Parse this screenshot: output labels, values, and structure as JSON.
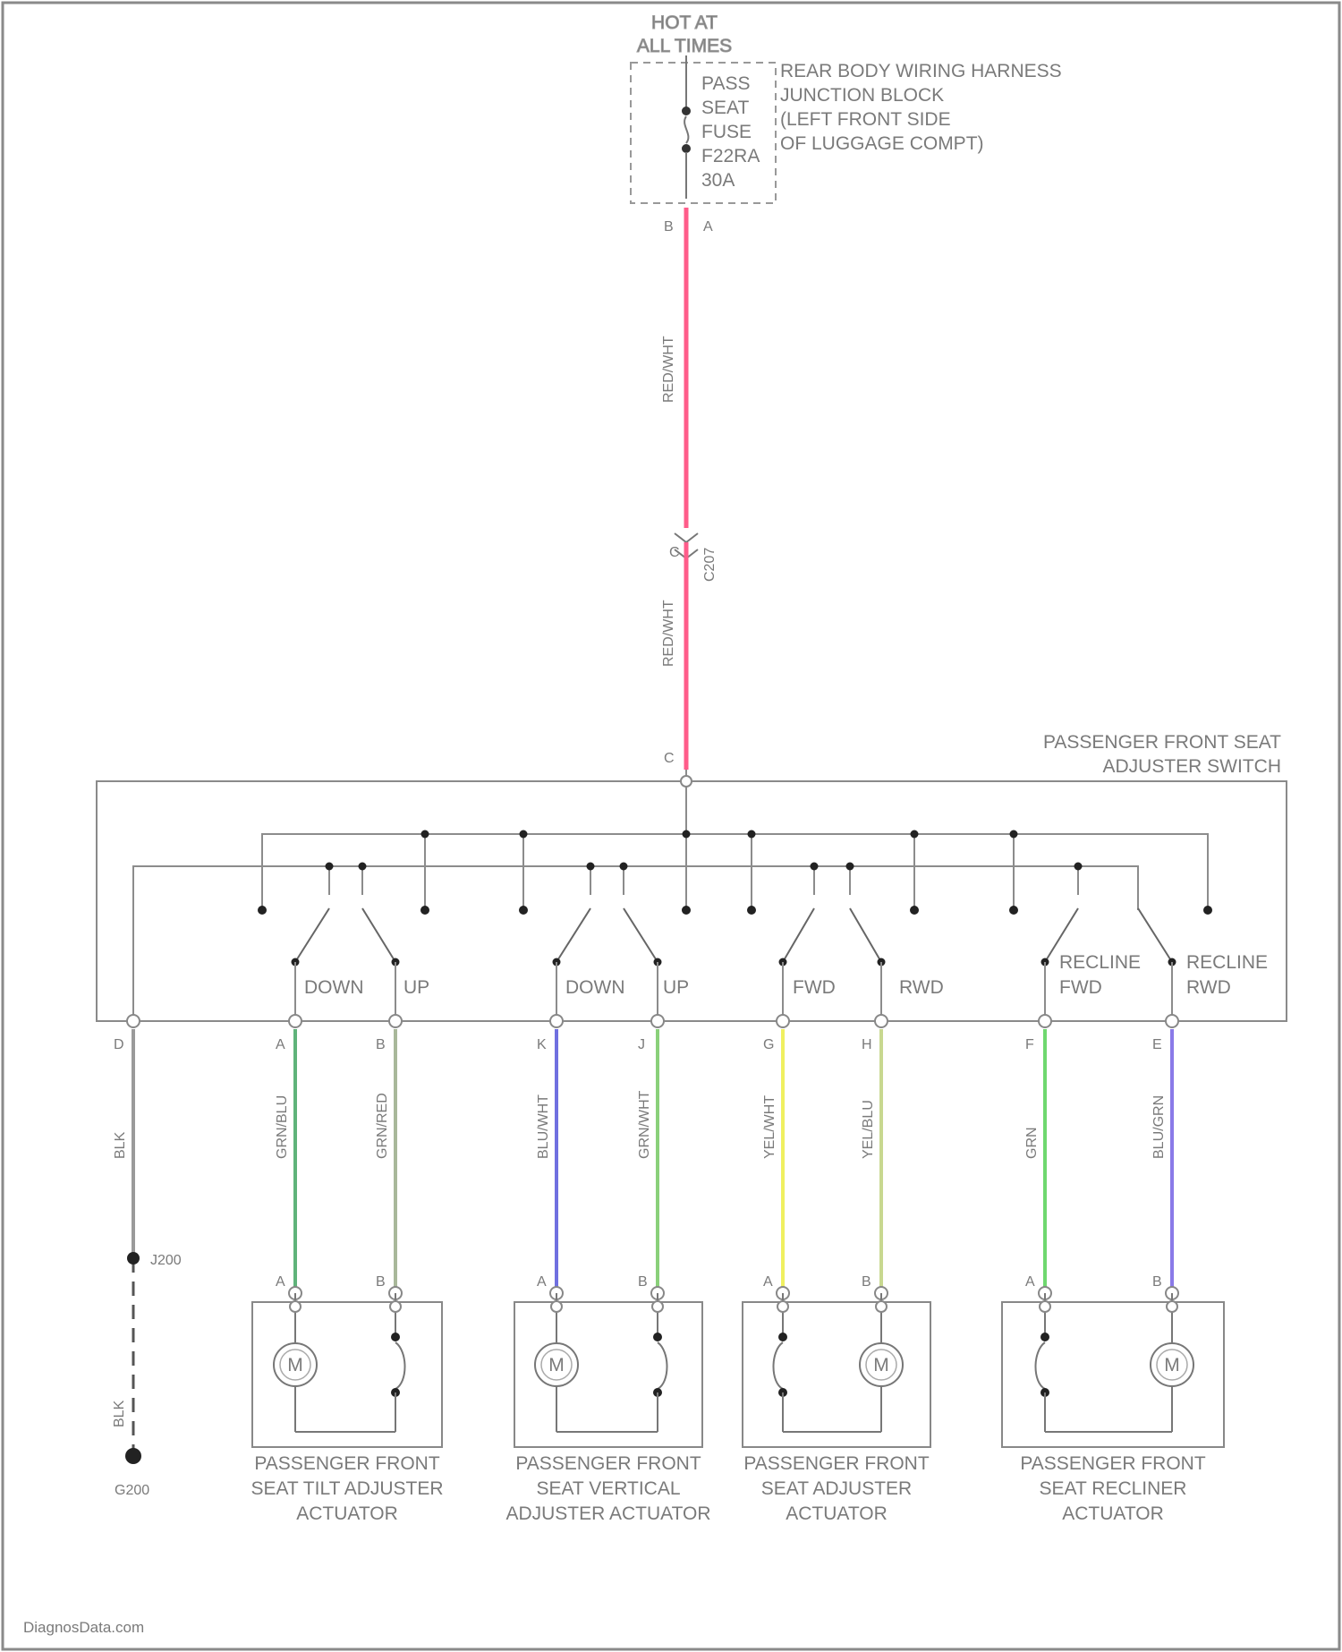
{
  "fuse": {
    "hot_label": [
      "HOT AT",
      "ALL TIMES"
    ],
    "fuse_label": [
      "PASS",
      "SEAT",
      "FUSE",
      "F22RA",
      "30A"
    ],
    "harness_label": [
      "REAR BODY WIRING HARNESS",
      "JUNCTION BLOCK",
      "(LEFT FRONT SIDE",
      "OF LUGGAGE COMPT)"
    ],
    "pin_left": "B",
    "pin_right": "A"
  },
  "feed": {
    "wire_upper": "RED/WHT",
    "wire_lower": "RED/WHT",
    "connector_pin": "C",
    "connector_id": "C207",
    "switch_pin": "C",
    "wire_color": "#ff5c8a"
  },
  "switch": {
    "label": [
      "PASSENGER FRONT SEAT",
      "ADJUSTER SWITCH"
    ],
    "contacts": [
      "DOWN",
      "UP",
      "DOWN",
      "UP",
      "FWD",
      "RWD",
      "RECLINE FWD",
      "RECLINE RWD"
    ]
  },
  "wires": [
    {
      "pin": "D",
      "color_code": "BLK",
      "color": "#9a9a9a"
    },
    {
      "pin": "A",
      "color_code": "GRN/BLU",
      "color": "#5fb37a"
    },
    {
      "pin": "B",
      "color_code": "GRN/RED",
      "color": "#a9b89a"
    },
    {
      "pin": "K",
      "color_code": "BLU/WHT",
      "color": "#7070e0"
    },
    {
      "pin": "J",
      "color_code": "GRN/WHT",
      "color": "#8ad07a"
    },
    {
      "pin": "G",
      "color_code": "YEL/WHT",
      "color": "#f0f060"
    },
    {
      "pin": "H",
      "color_code": "YEL/BLU",
      "color": "#c8d890"
    },
    {
      "pin": "F",
      "color_code": "GRN",
      "color": "#6fd86f"
    },
    {
      "pin": "E",
      "color_code": "BLU/GRN",
      "color": "#8a7ae8"
    }
  ],
  "ground": {
    "splice": "J200",
    "wire_code": "BLK",
    "ground_point": "G200"
  },
  "actuators": [
    {
      "label": [
        "PASSENGER FRONT",
        "SEAT TILT ADJUSTER",
        "ACTUATOR"
      ],
      "pins": [
        "A",
        "B"
      ],
      "motor": "M"
    },
    {
      "label": [
        "PASSENGER FRONT",
        "SEAT VERTICAL",
        "ADJUSTER ACTUATOR"
      ],
      "pins": [
        "A",
        "B"
      ],
      "motor": "M"
    },
    {
      "label": [
        "PASSENGER FRONT",
        "SEAT ADJUSTER",
        "ACTUATOR"
      ],
      "pins": [
        "A",
        "B"
      ],
      "motor": "M"
    },
    {
      "label": [
        "PASSENGER FRONT",
        "SEAT RECLINER",
        "ACTUATOR"
      ],
      "pins": [
        "A",
        "B"
      ],
      "motor": "M"
    }
  ],
  "footer": "DiagnosData.com",
  "colors": {
    "frame": "#888888",
    "line": "#8c8c8c"
  }
}
